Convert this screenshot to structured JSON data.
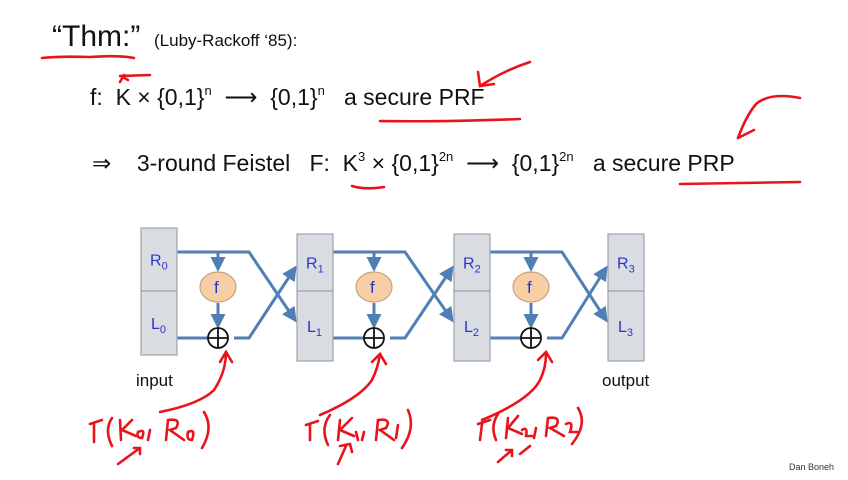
{
  "slide": {
    "title": "“Thm:”",
    "citation": "(Luby-Rackoff ‘85):",
    "line1": {
      "func": "f:",
      "domain_key": "K",
      "times": "×",
      "set": "{0,1}",
      "exp": "n",
      "arrow": "⟶",
      "codomain_set": "{0,1}",
      "codomain_exp": "n",
      "claim": "a secure PRF"
    },
    "line2": {
      "implies": "⇒",
      "desc": "3-round Feistel",
      "func": "F:",
      "key": "K",
      "key_exp": "3",
      "times": "×",
      "set": "{0,1}",
      "exp": "2n",
      "arrow": "⟶",
      "codomain_set": "{0,1}",
      "codomain_exp": "2n",
      "claim": "a secure PRP"
    },
    "credit": "Dan Boneh"
  },
  "diagram": {
    "input_label": "input",
    "output_label": "output",
    "stages": [
      {
        "r": "R",
        "r_sub": "0",
        "l": "L",
        "l_sub": "0"
      },
      {
        "r": "R",
        "r_sub": "1",
        "l": "L",
        "l_sub": "1"
      },
      {
        "r": "R",
        "r_sub": "2",
        "l": "L",
        "l_sub": "2"
      },
      {
        "r": "R",
        "r_sub": "3",
        "l": "L",
        "l_sub": "3"
      }
    ],
    "round_function_label": "f",
    "xor_symbol": "⊕"
  },
  "annotations": {
    "handwritten": [
      "f(k₀, R₀)",
      "f(k₁, R₁)",
      "f(k₂, R₂)"
    ],
    "color": "#e8141c"
  },
  "colors": {
    "wire": "#4f7fb5",
    "box_fill": "#d9dde2",
    "box_stroke": "#9aa3ad",
    "f_fill": "#f7cfa6",
    "f_stroke": "#c9a37e",
    "label_blue": "#2a36c8",
    "ink_red": "#e8141c"
  }
}
